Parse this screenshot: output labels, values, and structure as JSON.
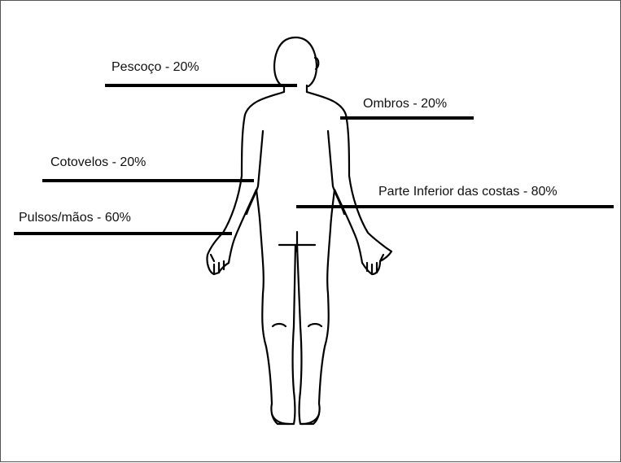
{
  "diagram": {
    "labels": {
      "neck": "Pescoço - 20%",
      "shoulders": "Ombros - 20%",
      "elbows": "Cotovelos - 20%",
      "lower_back": "Parte Inferior das costas - 80%",
      "wrists_hands": "Pulsos/mãos - 60%"
    },
    "colors": {
      "ink": "#000000",
      "text": "#111111",
      "frame": "#555555"
    }
  }
}
